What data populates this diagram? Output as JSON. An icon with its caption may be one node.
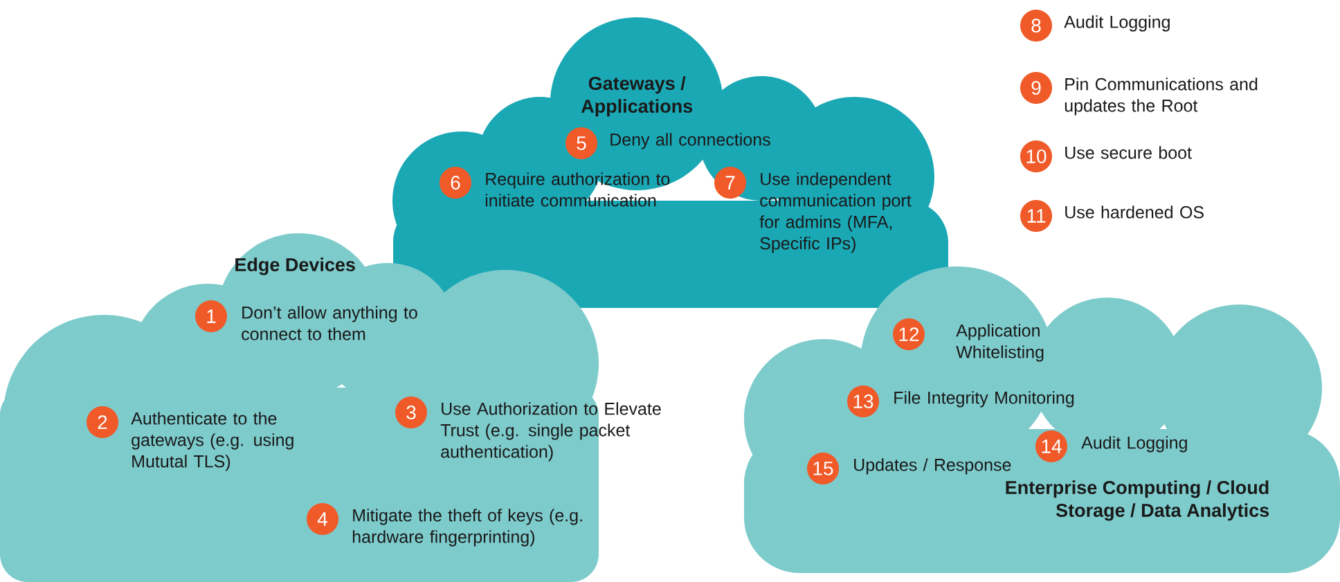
{
  "diagram": {
    "nodes": [
      {
        "text": [
          "Gateways / Applications"
        ]
      },
      {
        "text": [
          "5"
        ],
        "beside": [
          "Deny all connections"
        ],
        "in": 0
      },
      {
        "text": [
          "6"
        ],
        "beside": [
          "Require authorization to initiate communication"
        ],
        "in": 0
      },
      {
        "text": [
          "7"
        ],
        "beside": [
          "Use independent communication port for admins (MFA, Specific IPs)"
        ],
        "in": 0
      },
      {
        "text": [
          "8"
        ],
        "beside": [
          "Audit Logging"
        ]
      },
      {
        "text": [
          "9"
        ],
        "beside": [
          "Pin Communications and updates the Root"
        ]
      },
      {
        "text": [
          "10"
        ],
        "beside": [
          "Use secure boot"
        ]
      },
      {
        "text": [
          "11"
        ],
        "beside": [
          "Use hardened OS"
        ]
      },
      {
        "text": [
          "Edge Devices"
        ]
      },
      {
        "text": [
          "1"
        ],
        "beside": [
          "Don’t allow anything to connect to them"
        ],
        "in": 8
      },
      {
        "text": [
          "2"
        ],
        "beside": [
          "Authenticate to the gateways (e.g. using Mututal TLS)"
        ],
        "in": 8
      },
      {
        "text": [
          "3"
        ],
        "beside": [
          "Use Authorization to Elevate Trust (e.g. single packet authentication)"
        ],
        "in": 8
      },
      {
        "text": [
          "4"
        ],
        "beside": [
          "Mitigate the theft of keys (e.g. hardware fingerprinting)"
        ],
        "in": 8
      },
      {
        "text": [
          "Enterprise Computing / Cloud Storage / Data Analytics"
        ]
      },
      {
        "text": [
          "12"
        ],
        "beside": [
          "Application Whitelisting"
        ],
        "in": 13
      },
      {
        "text": [
          "13"
        ],
        "beside": [
          "File Integrity Monitoring"
        ],
        "in": 13
      },
      {
        "text": [
          "14"
        ],
        "beside": [
          "Audit Logging"
        ],
        "in": 13
      },
      {
        "text": [
          "15"
        ],
        "beside": [
          "Updates / Response"
        ],
        "in": 13
      }
    ]
  }
}
